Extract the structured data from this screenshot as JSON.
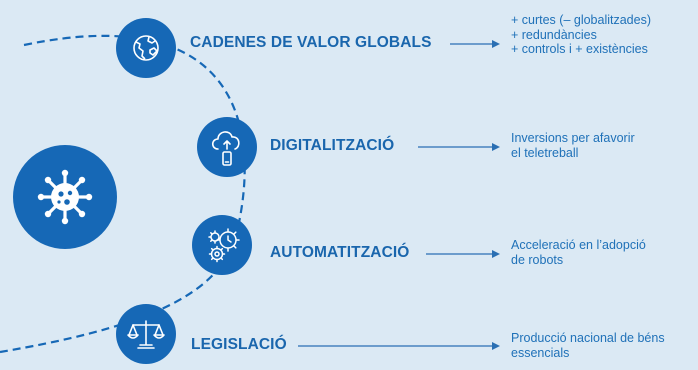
{
  "colors": {
    "background": "#dbe9f4",
    "circle": "#1668b6",
    "text": "#1a66ad",
    "line": "#2a6fb3"
  },
  "virus_icon": "coronavirus-icon",
  "items": [
    {
      "key": "global-value-chains",
      "icon": "globe-icon",
      "title": "CADENES DE VALOR GLOBALS",
      "lines": [
        "+ curtes (– globalitzades)",
        "+ redundàncies",
        "+ controls i + existències"
      ]
    },
    {
      "key": "digitalization",
      "icon": "cloud-upload-phone-icon",
      "title": "DIGITALITZACIÓ",
      "lines": [
        "Inversions per afavorir",
        "el teletreball"
      ]
    },
    {
      "key": "automation",
      "icon": "gears-clock-icon",
      "title": "AUTOMATITZACIÓ",
      "lines": [
        "Acceleració en l’adopció",
        "de robots"
      ]
    },
    {
      "key": "legislation",
      "icon": "scales-icon",
      "title": "LEGISLACIÓ",
      "lines": [
        "Producció nacional de béns",
        "essencials"
      ]
    }
  ]
}
